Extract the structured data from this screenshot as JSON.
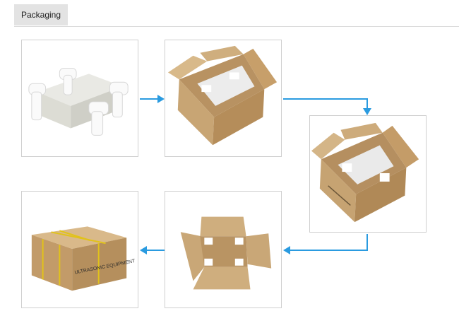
{
  "tab": {
    "label": "Packaging"
  },
  "label_on_box": "ULTRASONIC EQUIPMENT",
  "colors": {
    "arrow": "#2a9be0",
    "cardboard": "#c9a678",
    "foam": "#f4f4f4"
  },
  "steps": [
    {
      "icon": "foam-wrapped-unit-image"
    },
    {
      "icon": "unit-in-open-box-image"
    },
    {
      "icon": "unit-in-open-box-angled-image"
    },
    {
      "icon": "box-flaps-open-image"
    },
    {
      "icon": "sealed-strapped-box-image"
    }
  ]
}
